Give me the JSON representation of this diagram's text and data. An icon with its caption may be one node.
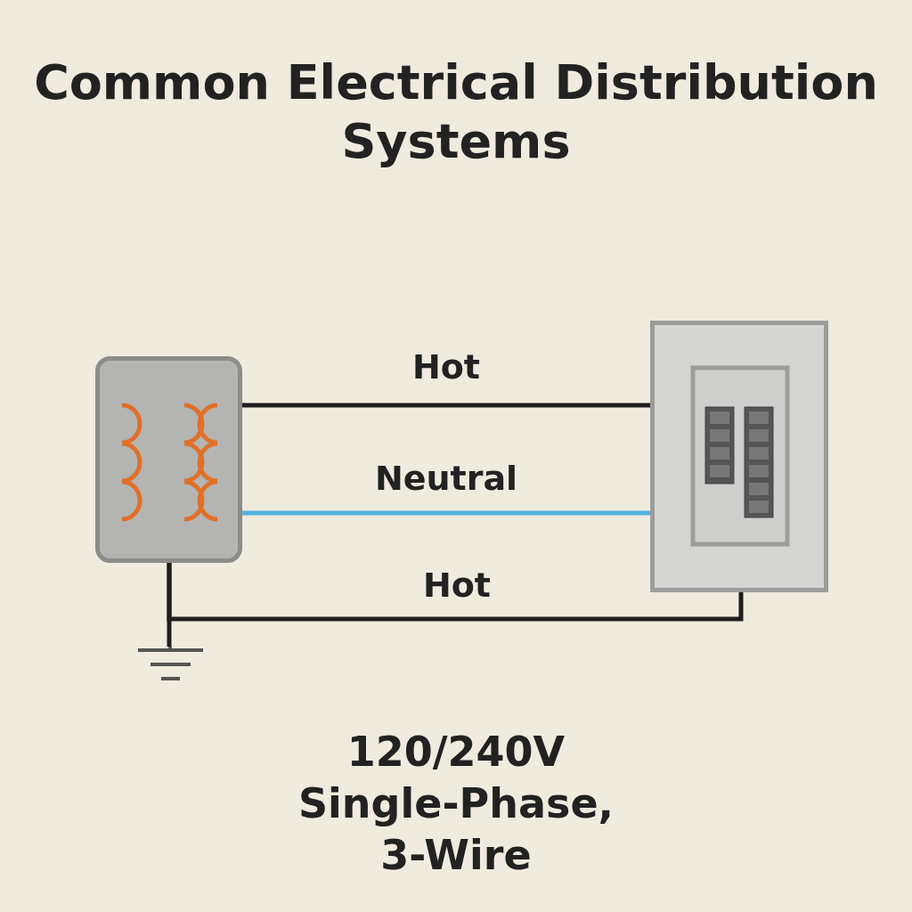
{
  "diagram": {
    "title": "Common Electrical Distribution Systems",
    "caption": "120/240V Single-Phase, 3-Wire",
    "nodes": [
      {
        "text": [],
        "shape": "picture"
      },
      {
        "text": [],
        "shape": "picture"
      },
      {
        "text": [],
        "shape": "picture"
      }
    ],
    "edges": [
      {
        "from": 0,
        "to": 1,
        "arrow": "none",
        "label": "Hot"
      },
      {
        "from": 0,
        "to": 1,
        "arrow": "none",
        "label": "Neutral",
        "color": "#4fb3e0"
      },
      {
        "from": 0,
        "to": 1,
        "arrow": "none",
        "label": "Hot"
      },
      {
        "from": 0,
        "to": 2,
        "arrow": "none"
      }
    ]
  }
}
